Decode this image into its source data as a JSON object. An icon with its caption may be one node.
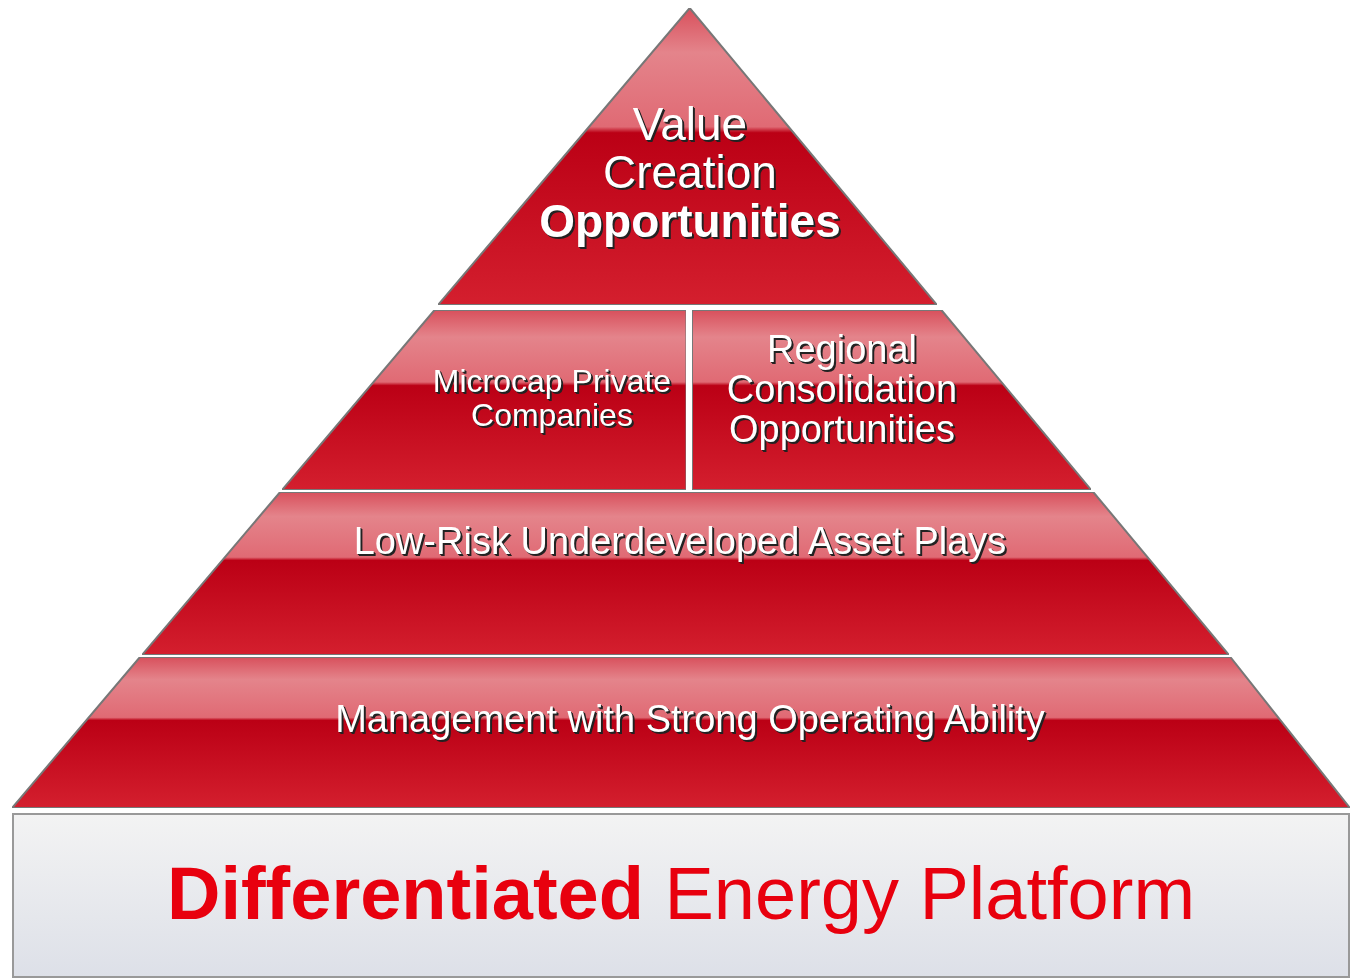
{
  "diagram": {
    "nodes": [
      {
        "text": [
          "Value Creation **Opportunities**"
        ]
      },
      {
        "text": [
          "Microcap Private Companies"
        ]
      },
      {
        "text": [
          "Regional Consolidation Opportunities"
        ]
      },
      {
        "text": [
          "Low-Risk Underdeveloped Asset Plays"
        ]
      },
      {
        "text": [
          "Management with Strong Operating Ability"
        ]
      },
      {
        "text": [
          "**Differentiated** Energy Platform"
        ]
      }
    ],
    "edges": []
  }
}
